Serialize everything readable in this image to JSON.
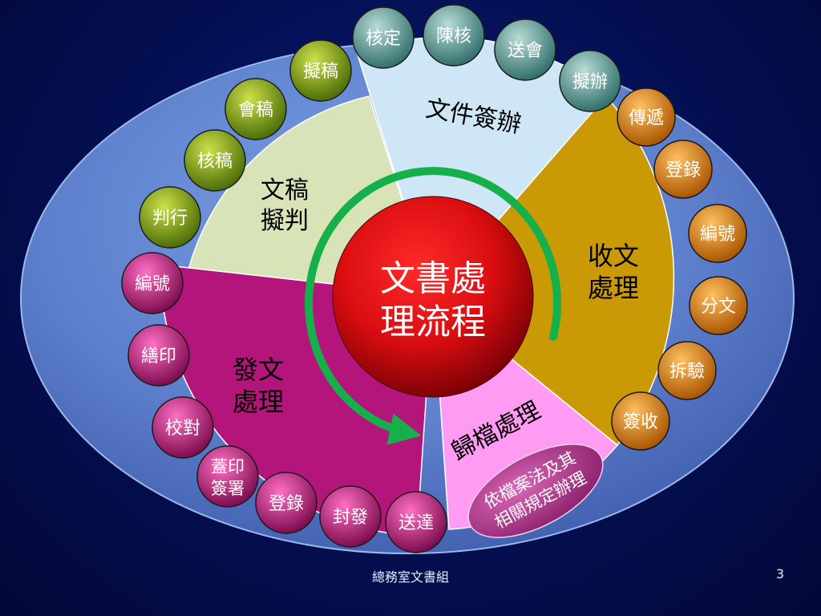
{
  "center": {
    "line1": "文書處",
    "line2": "理流程"
  },
  "sectors": {
    "drafting": {
      "line1": "文稿",
      "line2": "擬判",
      "color": "#d9e3b8"
    },
    "signing": {
      "label": "文件簽辦",
      "color": "#cfe6f7"
    },
    "receiving": {
      "line1": "收文",
      "line2": "處理",
      "color": "#c99a06"
    },
    "archiving": {
      "label": "歸檔處理",
      "color": "#ff9bf2"
    },
    "dispatch": {
      "line1": "發文",
      "line2": "處理",
      "color": "#b3157a"
    }
  },
  "archive_note": {
    "line1": "依檔案法及其",
    "line2": "相關規定辦理"
  },
  "nodes": [
    {
      "lines": [
        "核定"
      ],
      "tone": "teal"
    },
    {
      "lines": [
        "陳核"
      ],
      "tone": "teal"
    },
    {
      "lines": [
        "送會"
      ],
      "tone": "teal"
    },
    {
      "lines": [
        "擬辦"
      ],
      "tone": "teal"
    },
    {
      "lines": [
        "傳遞"
      ],
      "tone": "orange"
    },
    {
      "lines": [
        "登錄"
      ],
      "tone": "orange"
    },
    {
      "lines": [
        "編號"
      ],
      "tone": "orange"
    },
    {
      "lines": [
        "分文"
      ],
      "tone": "orange"
    },
    {
      "lines": [
        "拆驗"
      ],
      "tone": "orange"
    },
    {
      "lines": [
        "簽收"
      ],
      "tone": "orange"
    },
    {
      "lines": [
        "送達"
      ],
      "tone": "magenta"
    },
    {
      "lines": [
        "封發"
      ],
      "tone": "magenta"
    },
    {
      "lines": [
        "登錄"
      ],
      "tone": "magenta"
    },
    {
      "lines": [
        "蓋印",
        "簽署"
      ],
      "tone": "magenta"
    },
    {
      "lines": [
        "校對"
      ],
      "tone": "magenta"
    },
    {
      "lines": [
        "繕印"
      ],
      "tone": "magenta"
    },
    {
      "lines": [
        "編號"
      ],
      "tone": "magenta"
    },
    {
      "lines": [
        "判行"
      ],
      "tone": "olive"
    },
    {
      "lines": [
        "核稿"
      ],
      "tone": "olive"
    },
    {
      "lines": [
        "會稿"
      ],
      "tone": "olive"
    },
    {
      "lines": [
        "擬稿"
      ],
      "tone": "olive"
    }
  ],
  "tones": {
    "teal": {
      "light": "#b9dcd6",
      "dark": "#2f6d6a"
    },
    "orange": {
      "light": "#ffc060",
      "dark": "#a85400"
    },
    "magenta": {
      "light": "#ff6fc4",
      "dark": "#7a0a4c"
    },
    "olive": {
      "light": "#cde04a",
      "dark": "#4a6b06"
    }
  },
  "arrow_color": "#16b04a",
  "footer": {
    "organization": "總務室文書組",
    "page_number": "3"
  }
}
